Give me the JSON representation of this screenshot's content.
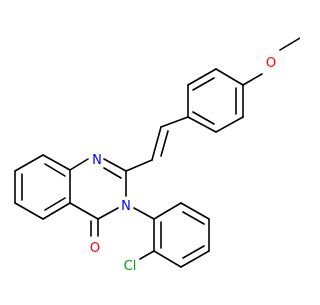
{
  "molecule": {
    "atom_labels": {
      "methoxy_oxygen": "O",
      "ring_nitrogen_1": "N",
      "ring_nitrogen_3": "N",
      "carbonyl_oxygen": "O",
      "chlorine": "Cl"
    },
    "colors": {
      "bond": "#000000",
      "oxygen": "#ff0000",
      "nitrogen": "#0000ff",
      "chlorine": "#00a000"
    }
  }
}
